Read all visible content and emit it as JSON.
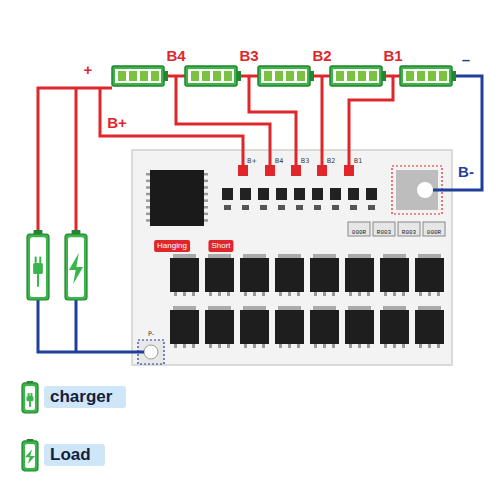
{
  "diagram": {
    "nodes": [
      {
        "text": [
          "B+",
          "B4",
          "B3",
          "B2",
          "B1",
          "Hanging",
          "Short",
          "000R",
          "R003",
          "R003",
          "000R",
          "P-"
        ]
      }
    ],
    "labels": [
      "+",
      "B4",
      "B3",
      "B2",
      "B1",
      "–",
      "B+",
      "B-"
    ],
    "legend": [
      {
        "text": "charger"
      },
      {
        "text": "Load"
      }
    ]
  }
}
